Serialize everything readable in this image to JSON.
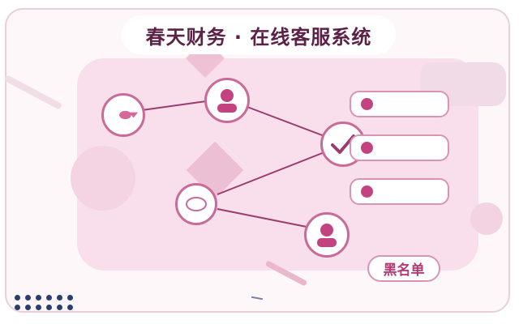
{
  "header": {
    "title": "春天财务 · 在线客服系统"
  },
  "diagram": {
    "nodes": [
      {
        "id": "chat-left",
        "icon": "chat-bubble-icon"
      },
      {
        "id": "agent-top",
        "icon": "user-avatar-icon"
      },
      {
        "id": "hub-check",
        "icon": "checkmark-icon"
      },
      {
        "id": "chat-middle",
        "icon": "chat-bubble-icon"
      },
      {
        "id": "agent-bottom",
        "icon": "user-avatar-icon"
      }
    ],
    "list_rows": [
      {
        "icon": "dot-icon"
      },
      {
        "icon": "dot-icon"
      },
      {
        "icon": "dot-icon"
      }
    ]
  },
  "actions": {
    "blacklist_label": "黑名单"
  },
  "colors": {
    "accent": "#c2437f",
    "title_text": "#5c2146",
    "panel_bg": "#f9dfec",
    "node_border": "#c86b98",
    "connector": "#9c3b6e"
  }
}
